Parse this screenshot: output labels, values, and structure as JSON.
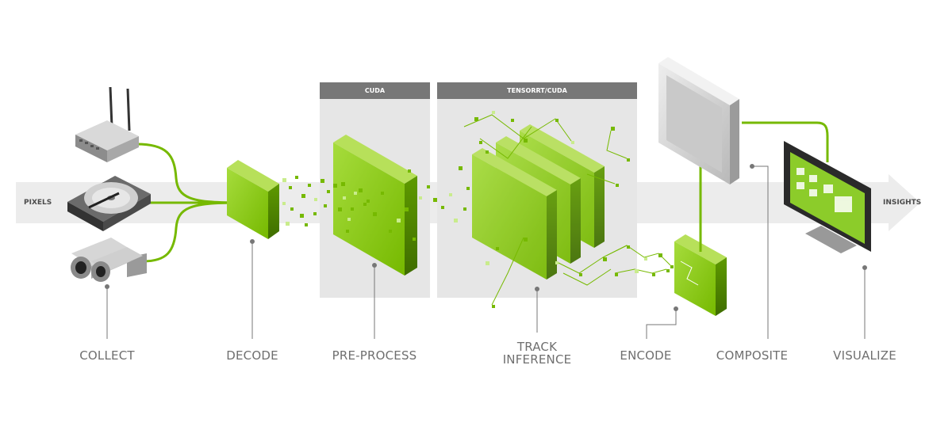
{
  "flow": {
    "input_label": "PIXELS",
    "output_label": "INSIGHTS"
  },
  "panels": {
    "cuda_header": "CUDA",
    "tensorrt_header": "TENSORRT/CUDA"
  },
  "stages": {
    "collect": "COLLECT",
    "decode": "DECODE",
    "preprocess": "PRE-PROCESS",
    "track_inference": "TRACK\nINFERENCE",
    "encode": "ENCODE",
    "composite": "COMPOSITE",
    "visualize": "VISUALIZE"
  },
  "colors": {
    "accent_green": "#76b900",
    "light_green": "#a3d94a",
    "panel_gray": "#e6e6e6",
    "header_gray": "#777777",
    "arrow_gray": "#ececec",
    "text_gray": "#6f6f6f"
  },
  "icons": [
    "router-icon",
    "hard-drive-icon",
    "security-camera-icon",
    "server-icon",
    "monitor-icon"
  ]
}
